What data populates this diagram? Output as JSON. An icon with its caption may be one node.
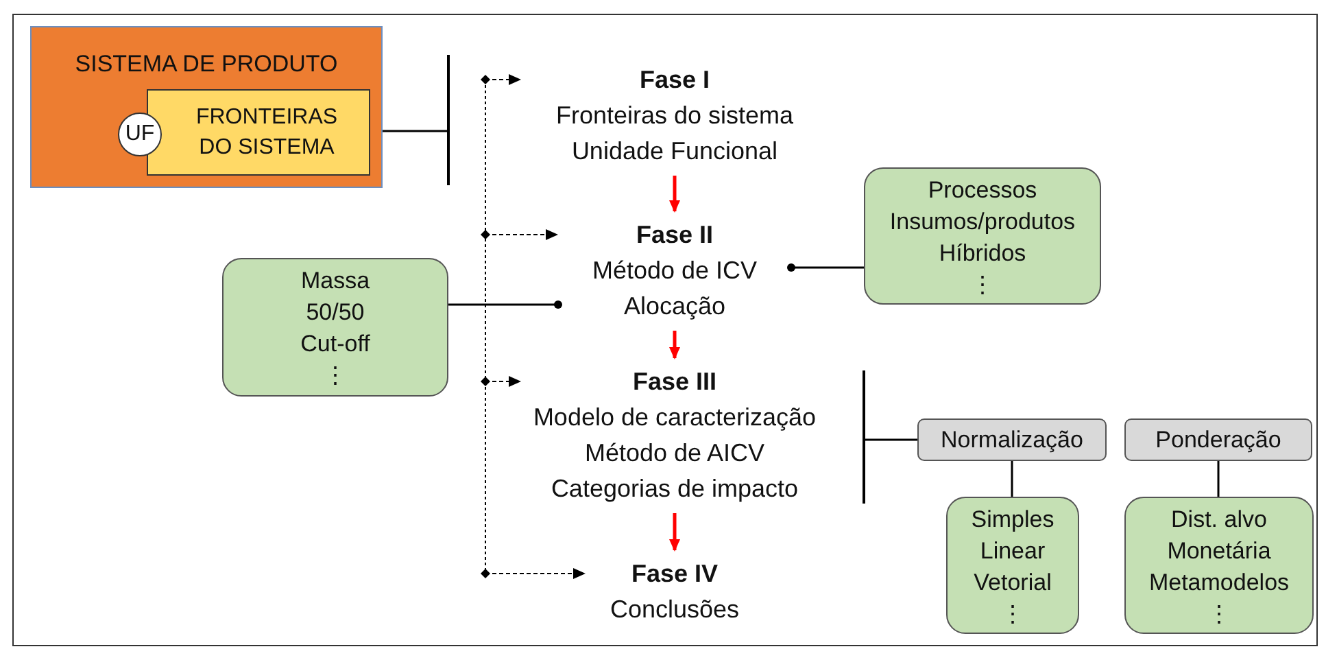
{
  "diagram": {
    "nodes": [
      {
        "text": [
          "SISTEMA DE PRODUTO"
        ]
      },
      {
        "text": [
          "FRONTEIRAS DO SISTEMA"
        ],
        "in": 0
      },
      {
        "text": [
          "UF"
        ],
        "in": 0
      },
      {
        "text": [
          "Fase I",
          "Fronteiras do sistema",
          "Unidade Funcional"
        ]
      },
      {
        "text": [
          "Fase II",
          "Método de ICV",
          "Alocação"
        ]
      },
      {
        "text": [
          "Processos",
          "Insumos/produtos",
          "Híbridos",
          "⋮"
        ]
      },
      {
        "text": [
          "Massa",
          "50/50",
          "Cut-off",
          "⋮"
        ]
      },
      {
        "text": [
          "Fase III",
          "Modelo de caracterização",
          "Método de AICV",
          "Categorias de impacto"
        ]
      },
      {
        "text": [
          "Normalização"
        ]
      },
      {
        "text": [
          "Ponderação"
        ]
      },
      {
        "text": [
          "Simples",
          "Linear",
          "Vetorial",
          "⋮"
        ]
      },
      {
        "text": [
          "Dist. alvo",
          "Monetária",
          "Metamodelos",
          "⋮"
        ]
      },
      {
        "text": [
          "Fase IV",
          "Conclusões"
        ]
      },
      {
        "text": [],
        "shape": "bar"
      },
      {
        "text": [],
        "shape": "bar"
      }
    ],
    "edges": [
      {
        "from": 1,
        "to": 13,
        "arrow": "none"
      },
      {
        "from": null,
        "to": 3,
        "arrow": "to",
        "style": "dashed"
      },
      {
        "from": null,
        "to": 4,
        "arrow": "to",
        "style": "dashed"
      },
      {
        "from": null,
        "to": 7,
        "arrow": "to",
        "style": "dashed"
      },
      {
        "from": null,
        "to": 12,
        "arrow": "to",
        "style": "dashed"
      },
      {
        "from": 3,
        "to": 4,
        "arrow": "to",
        "color": "#ff0000"
      },
      {
        "from": 4,
        "to": 7,
        "arrow": "to",
        "color": "#ff0000"
      },
      {
        "from": 7,
        "to": 12,
        "arrow": "to",
        "color": "#ff0000"
      },
      {
        "from": 6,
        "to": 4,
        "arrow": "other"
      },
      {
        "from": 5,
        "to": 4,
        "arrow": "other"
      },
      {
        "from": 14,
        "to": 8,
        "arrow": "none"
      },
      {
        "from": 8,
        "to": 10,
        "arrow": "none"
      },
      {
        "from": 9,
        "to": 11,
        "arrow": "none"
      }
    ]
  }
}
